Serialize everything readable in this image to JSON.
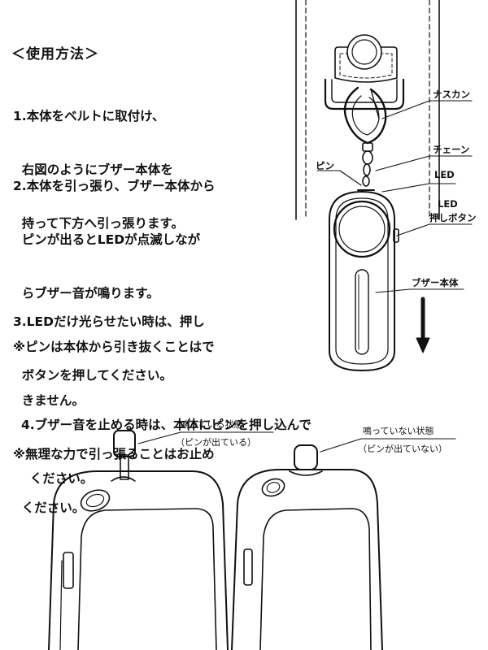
{
  "instructions": {
    "title": "＜使用方法＞",
    "step1": [
      "1.本体をベルトに取付け、",
      "  右図のようにブザー本体を",
      "  持って下方へ引っ張ります。"
    ],
    "step2": [
      "2.本体を引っ張り、ブザー本体から",
      "  ピンが出るとLEDが点滅しなが",
      "  らブザー音が鳴ります。",
      "※ピンは本体から引き抜くことはで",
      "  きません。",
      "※無理な力で引っ張ることはお止め",
      "  ください。"
    ],
    "step3": [
      "3.LEDだけ光らせたい時は、押し",
      "  ボタンを押してください。"
    ],
    "step4": [
      "4.ブザー音を止める時は、本体にピンを押し込んで",
      "  ください。"
    ]
  },
  "diagram_labels": {
    "snap_hook": "ナスカン",
    "chain": "チェーン",
    "pin": "ピン",
    "led": "LED",
    "led_button_1": "LED",
    "led_button_2": "押しボタン",
    "buzzer_body": "ブザー本体"
  },
  "states": {
    "sounding_title": "鳴っている状態",
    "sounding_sub": "（ピンが出ている）",
    "silent_title": "鳴っていない状態",
    "silent_sub": "（ピンが出ていない）"
  }
}
